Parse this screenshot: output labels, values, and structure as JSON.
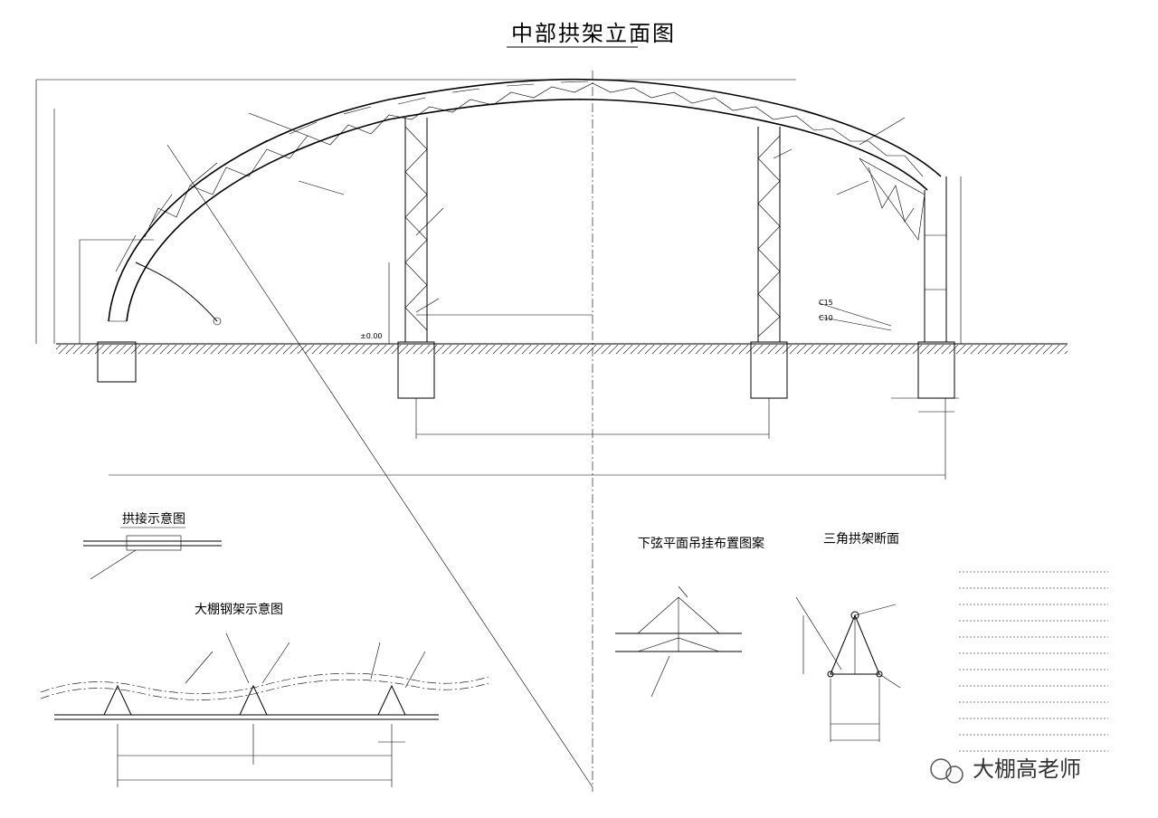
{
  "drawing": {
    "main_title": "中部拱架立面图",
    "ground_level": "±0.00",
    "bar_label_1": "C15",
    "bar_label_2": "C10",
    "detail_titles": {
      "joint": "拱接示意图",
      "purlin": "大棚钢架示意图",
      "hanging": "下弦平面吊挂布置图案",
      "truss_section": "三角拱架断面"
    },
    "watermark": "大棚高老师"
  }
}
